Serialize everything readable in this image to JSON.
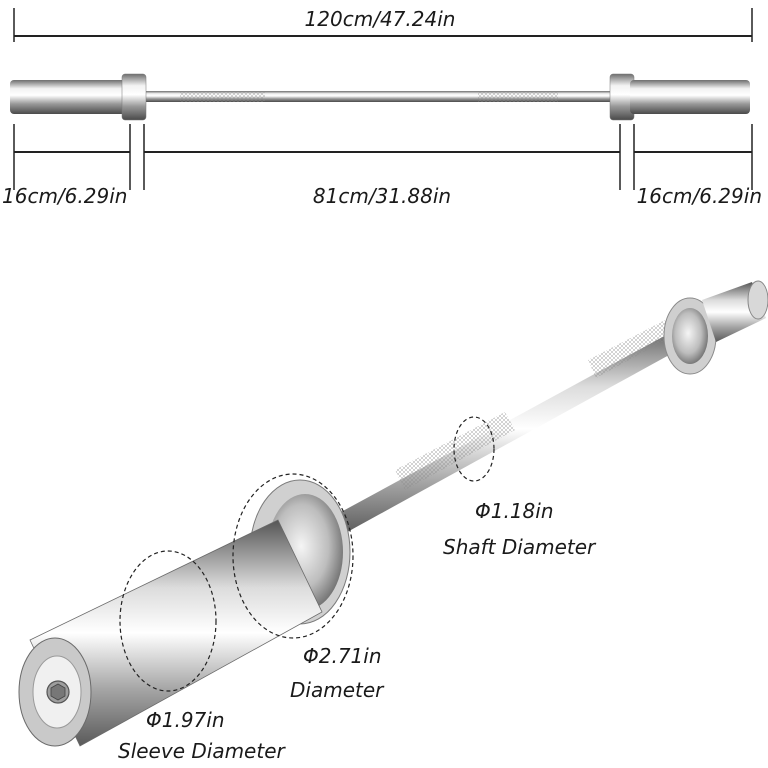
{
  "dimensions": {
    "total_length": "120cm/47.24in",
    "left_sleeve": "16cm/6.29in",
    "shaft_length": "81cm/31.88in",
    "right_sleeve": "16cm/6.29in"
  },
  "callouts": {
    "shaft_value": "Φ1.18in",
    "shaft_caption": "Shaft Diameter",
    "collar_value": "Φ2.71in",
    "collar_caption": "Diameter",
    "sleeve_value": "Φ1.97in",
    "sleeve_caption": "Sleeve Diameter"
  }
}
